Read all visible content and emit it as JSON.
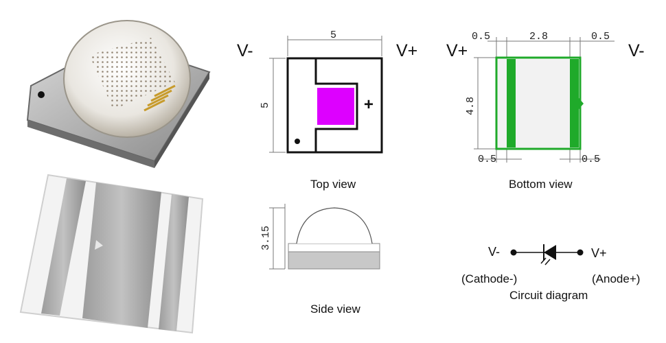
{
  "product_photo_top": {
    "description": "LED with dome lens, angled top view"
  },
  "product_photo_bottom": {
    "description": "LED package underside with three metal pads"
  },
  "top_view": {
    "caption": "Top view",
    "left_polarity": "V-",
    "right_polarity": "V+",
    "width_dim": "5",
    "height_dim": "5",
    "plus_mark": "+",
    "colors": {
      "outline": "#111111",
      "chip": "#dd00ff"
    }
  },
  "bottom_view": {
    "caption": "Bottom view",
    "left_polarity": "V+",
    "right_polarity": "V-",
    "top_dims": [
      "0.5",
      "2.8",
      "0.5"
    ],
    "bottom_dims": [
      "0.5",
      "0.5"
    ],
    "height_dim": "4.8",
    "colors": {
      "pad": "#1faa2a",
      "outline": "#1faa2a",
      "fill": "#f2f2f2"
    }
  },
  "side_view": {
    "caption": "Side view",
    "height_dim": "3.15",
    "colors": {
      "base": "#c8c8c8",
      "dome": "#ffffff"
    }
  },
  "circuit": {
    "caption": "Circuit diagram",
    "left_terminal": "V-",
    "right_terminal": "V+",
    "left_role": "(Cathode-)",
    "right_role": "(Anode+)"
  }
}
